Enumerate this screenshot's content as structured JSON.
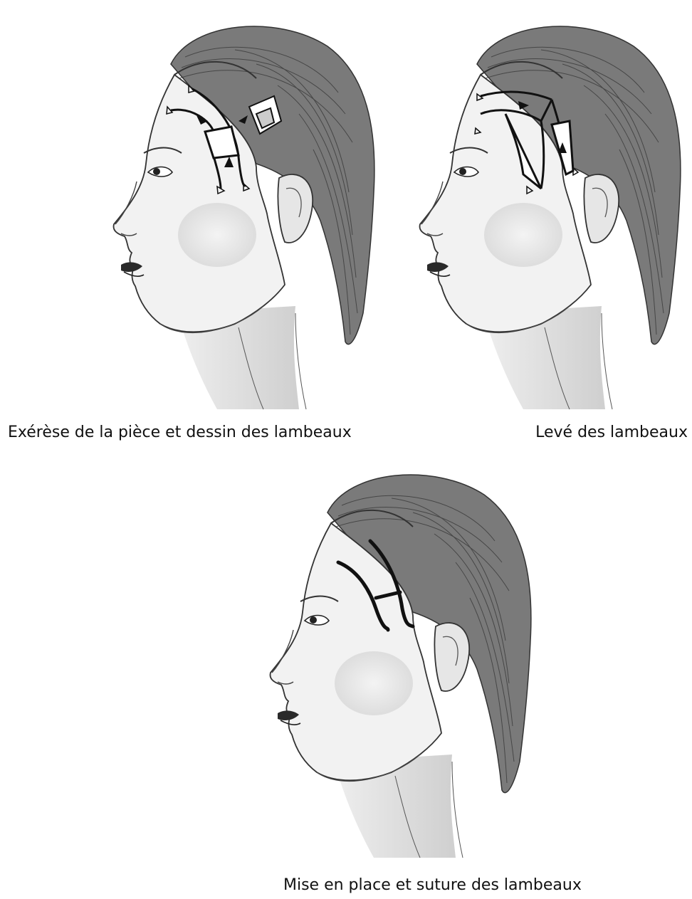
{
  "panels": [
    {
      "id": "panel-1",
      "caption": "Exérèse de la pièce et dessin des lambeaux",
      "step": "excision-and-flap-design"
    },
    {
      "id": "panel-2",
      "caption": "Levé des lambeaux",
      "step": "flap-raising"
    },
    {
      "id": "panel-3",
      "caption": "Mise en place et suture des lambeaux",
      "step": "flap-placement-and-suture"
    }
  ],
  "colors": {
    "skin_shadow": "#d9d9d9",
    "hair": "#5a5a5a",
    "outline": "#333333",
    "incision": "#111111",
    "background": "#ffffff"
  }
}
